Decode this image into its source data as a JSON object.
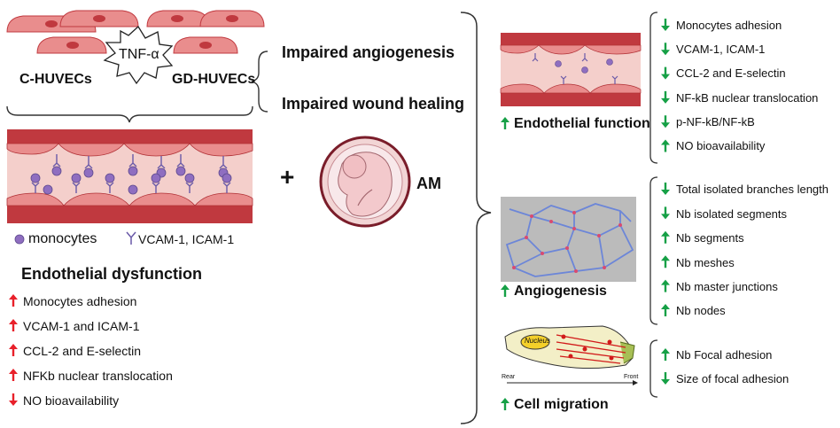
{
  "colors": {
    "arrow_up_left": "#e8202a",
    "arrow_down_left": "#e8202a",
    "arrow_right": "#16a046",
    "vessel_wall": "#c0393f",
    "vessel_lumen": "#f4cfcb",
    "cell_fill": "#e98d8d",
    "monocyte": "#8f6ec0"
  },
  "top": {
    "tnf": "TNF-α",
    "c_huvecs": "C-HUVECs",
    "gd_huvecs": "GD-HUVECs",
    "impaired_angiogenesis": "Impaired angiogenesis",
    "impaired_wound_healing": "Impaired wound healing"
  },
  "legend": {
    "monocytes": "monocytes",
    "vcam": "VCAM-1, ICAM-1"
  },
  "plus": "+",
  "am": "AM",
  "dysfunction": {
    "title": "Endothelial dysfunction",
    "items": [
      {
        "dir": "up",
        "label": "Monocytes adhesion"
      },
      {
        "dir": "up",
        "label": "VCAM-1 and ICAM-1"
      },
      {
        "dir": "up",
        "label": "CCL-2 and E-selectin"
      },
      {
        "dir": "up",
        "label": "NFKb nuclear translocation"
      },
      {
        "dir": "down",
        "label": "NO bioavailability"
      }
    ]
  },
  "endothelial_function": {
    "title": "Endothelial function",
    "title_arrow": "up",
    "items": [
      {
        "dir": "down",
        "label": "Monocytes adhesion"
      },
      {
        "dir": "down",
        "label": "VCAM-1, ICAM-1"
      },
      {
        "dir": "down",
        "label": "CCL-2 and E-selectin"
      },
      {
        "dir": "down",
        "label": "NF-kB nuclear translocation"
      },
      {
        "dir": "down",
        "label": "p-NF-kB/NF-kB"
      },
      {
        "dir": "up",
        "label": "NO bioavailability"
      }
    ]
  },
  "angiogenesis": {
    "title": "Angiogenesis",
    "title_arrow": "up",
    "items": [
      {
        "dir": "down",
        "label": "Total isolated branches length"
      },
      {
        "dir": "down",
        "label": "Nb isolated segments"
      },
      {
        "dir": "up",
        "label": "Nb segments"
      },
      {
        "dir": "up",
        "label": "Nb meshes"
      },
      {
        "dir": "up",
        "label": "Nb master junctions"
      },
      {
        "dir": "up",
        "label": "Nb nodes"
      }
    ]
  },
  "cell_migration": {
    "title": "Cell migration",
    "title_arrow": "up",
    "nucleus": "Nucleus",
    "rear": "Rear",
    "front": "Front",
    "items": [
      {
        "dir": "up",
        "label": "Nb Focal adhesion"
      },
      {
        "dir": "down",
        "label": "Size of focal adhesion"
      }
    ]
  }
}
